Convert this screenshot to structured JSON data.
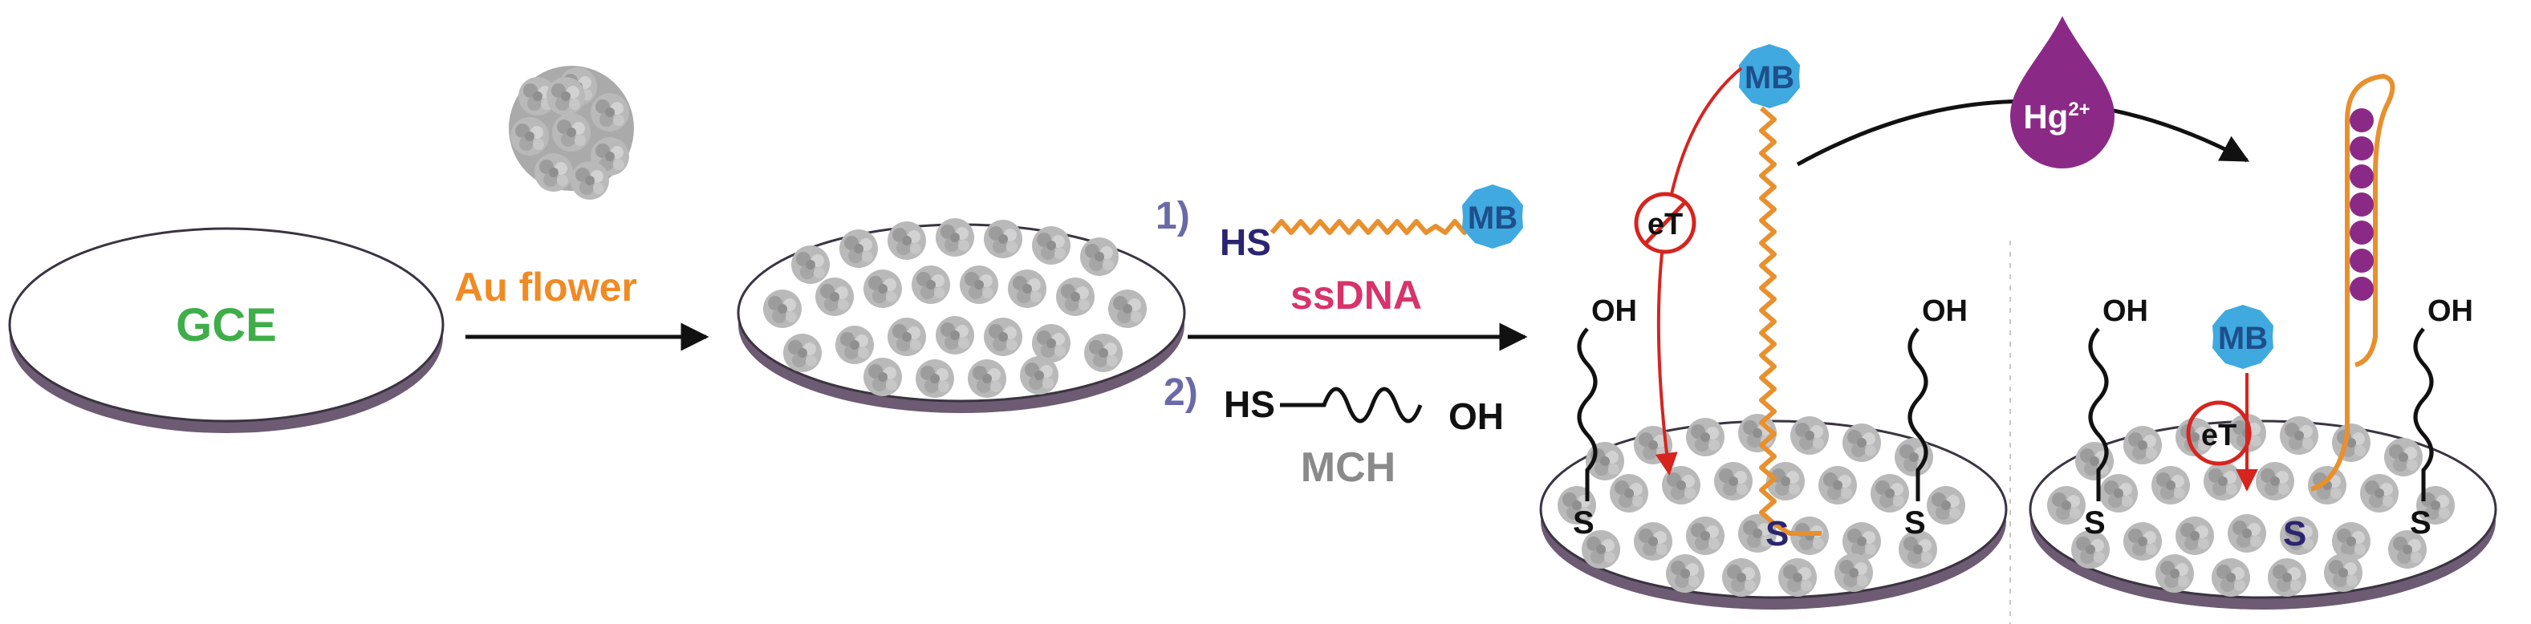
{
  "electrode_label": "GCE",
  "step1": {
    "label": "Au flower"
  },
  "step2": {
    "num1": "1)",
    "hs_label": "HS",
    "mb_label": "MB",
    "ssdna_label": "ssDNA",
    "num2": "2)",
    "hs2_label": "HS",
    "oh_label": "OH",
    "mch_label": "MCH"
  },
  "panel3": {
    "mb_label": "MB",
    "et_label": "eT",
    "s_label": "S",
    "oh_label": "OH"
  },
  "hg_label": "Hg",
  "hg_sup": "2+",
  "panel4": {
    "mb_label": "MB",
    "et_label": "eT",
    "s_label": "S",
    "oh_label": "OH"
  },
  "colors": {
    "gce_text": "#3fae49",
    "au_text": "#f08a24",
    "ssdna_text": "#d8336b",
    "number_text": "#6b6aa8",
    "mch_text": "#8a8a8a",
    "dna_strand": "#e8902e",
    "mb_badge": "#3fa9e0",
    "hg_drop": "#8b2a86",
    "electron_arrow": "#d6241f",
    "electrode_rim": "#6d5a73",
    "sulfur": "#2b2470"
  }
}
